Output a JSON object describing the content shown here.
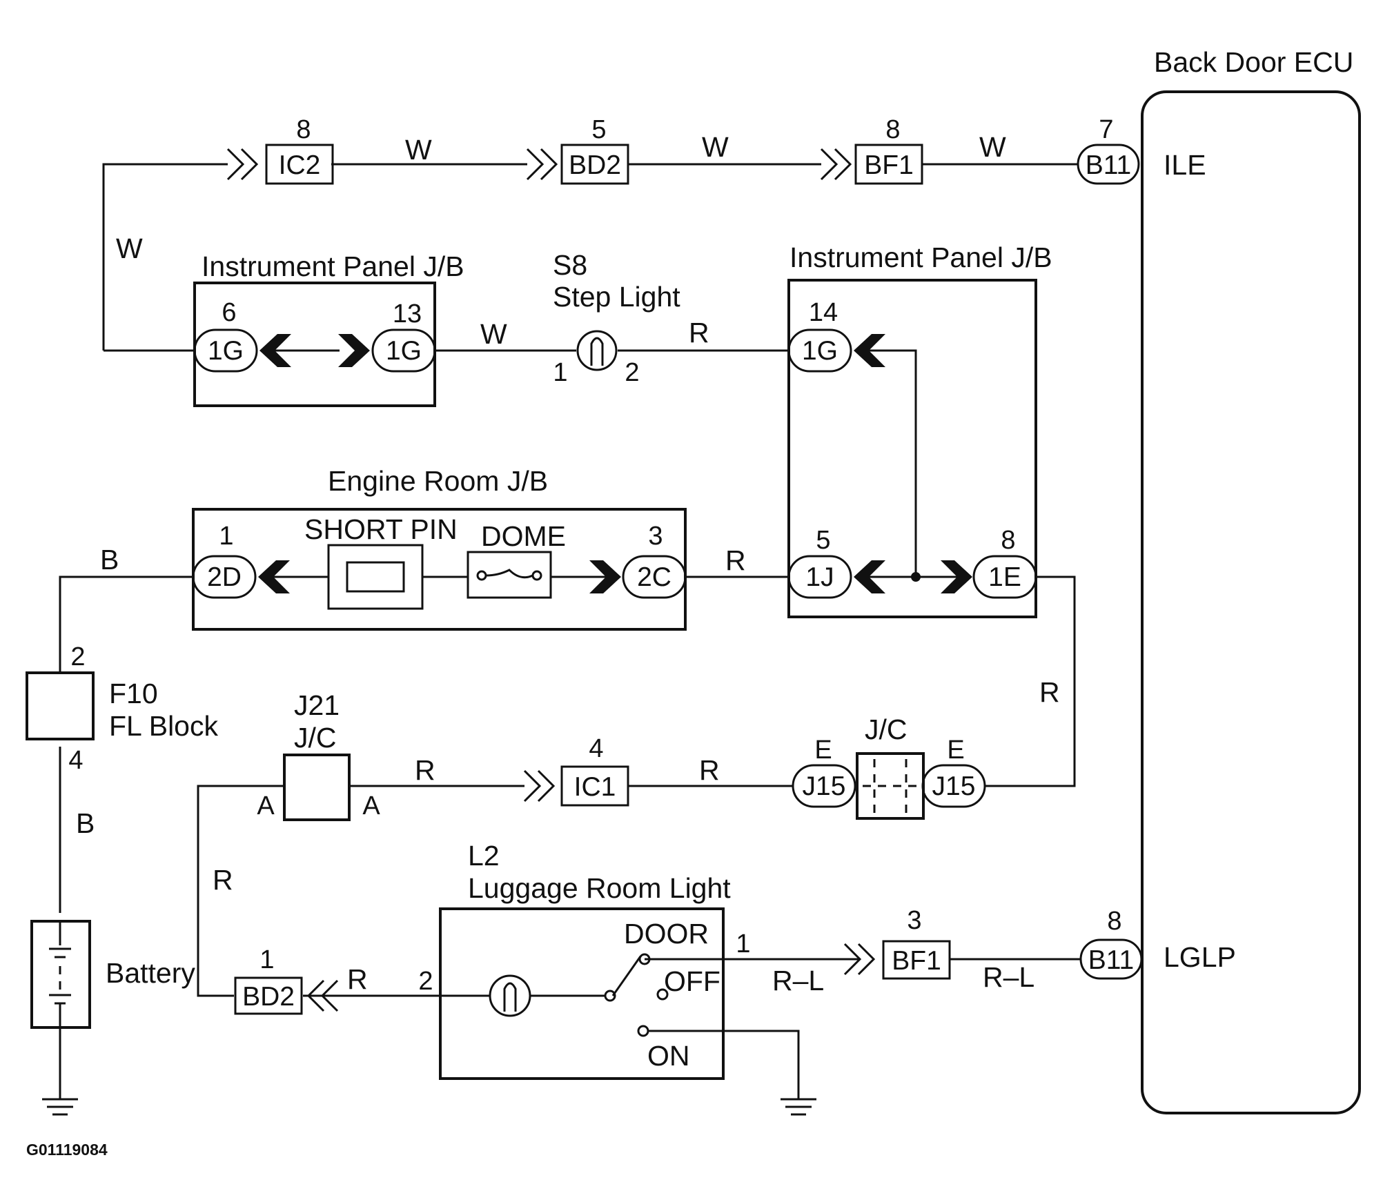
{
  "components": {
    "ecu": {
      "title": "Back Door ECU",
      "pin_ile": "ILE",
      "pin_lglp": "LGLP"
    },
    "ip_jb_left": {
      "title": "Instrument Panel J/B"
    },
    "ip_jb_right": {
      "title": "Instrument Panel J/B"
    },
    "engine_room_jb": {
      "title": "Engine Room J/B",
      "short_pin": "SHORT PIN",
      "dome": "DOME"
    },
    "step_light": {
      "id": "S8",
      "name": "Step Light"
    },
    "fuse": {
      "id": "F10",
      "name": "FL Block"
    },
    "jc_j21": {
      "id": "J21",
      "name": "J/C"
    },
    "jc_j15": {
      "name": "J/C"
    },
    "luggage_light": {
      "id": "L2",
      "name": "Luggage Room Light",
      "door": "DOOR",
      "off": "OFF",
      "on": "ON"
    },
    "battery": {
      "name": "Battery"
    }
  },
  "connectors": {
    "ic2": {
      "code": "IC2",
      "pin": "8"
    },
    "bd2_top": {
      "code": "BD2",
      "pin": "5"
    },
    "bf1_top": {
      "code": "BF1",
      "pin": "8"
    },
    "b11_top": {
      "code": "B11",
      "pin": "7"
    },
    "g1_left_a": {
      "code": "1G",
      "pin": "6"
    },
    "g1_left_b": {
      "code": "1G",
      "pin": "13"
    },
    "g1_right": {
      "code": "1G",
      "pin": "14"
    },
    "j1": {
      "code": "1J",
      "pin": "5"
    },
    "e1": {
      "code": "1E",
      "pin": "8"
    },
    "d2": {
      "code": "2D",
      "pin": "1"
    },
    "c2": {
      "code": "2C",
      "pin": "3"
    },
    "ic1": {
      "code": "IC1",
      "pin": "4"
    },
    "j15_left": {
      "code": "J15",
      "pin": "E"
    },
    "j15_right": {
      "code": "J15",
      "pin": "E"
    },
    "bd2_bottom": {
      "code": "BD2",
      "pin": "1"
    },
    "bf1_bottom": {
      "code": "BF1",
      "pin": "3"
    },
    "b11_bottom": {
      "code": "B11",
      "pin": "8"
    }
  },
  "pin_labels": {
    "step_1": "1",
    "step_2": "2",
    "fuse_top": "2",
    "fuse_bottom": "4",
    "j21_a_left": "A",
    "j21_a_right": "A",
    "lug_2": "2",
    "lug_1": "1"
  },
  "wire_colors": {
    "w1": "W",
    "w2": "W",
    "w3": "W",
    "w4": "W",
    "w5": "W",
    "r_step": "R",
    "b_top": "B",
    "r_er": "R",
    "r_right": "R",
    "b_mid": "B",
    "r_j21": "R",
    "r_ic1": "R",
    "r_left": "R",
    "r_bd2": "R",
    "rl_1": "R–L",
    "rl_2": "R–L"
  },
  "footer": {
    "figure_id": "G01119084"
  }
}
